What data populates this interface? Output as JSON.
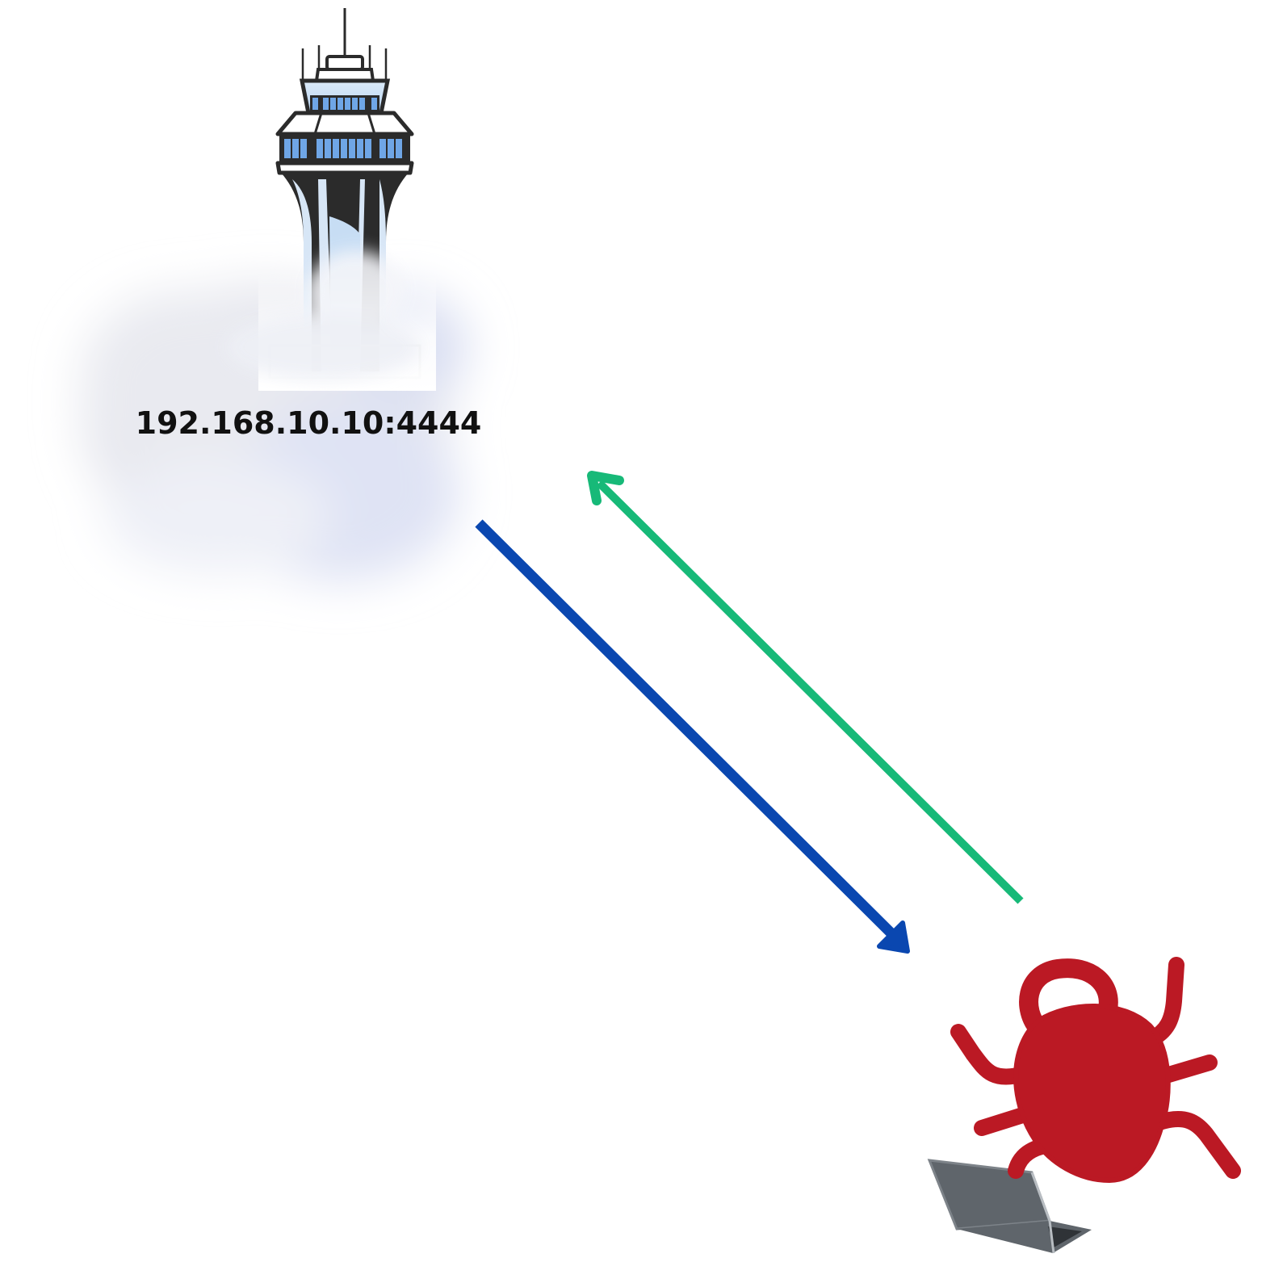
{
  "server": {
    "address_label": "192.168.10.10:4444",
    "icon": "control-tower-in-cloud-icon"
  },
  "client": {
    "icon": "malware-bug-icon",
    "device_icon": "laptop-icon"
  },
  "connections": [
    {
      "name": "server-to-client",
      "color": "#0a47b0"
    },
    {
      "name": "client-to-server",
      "color": "#17b978"
    }
  ],
  "colors": {
    "bug": "#bb1924",
    "laptop": "#5f656b",
    "tower_dark": "#2b2b2b",
    "tower_glass": "#6fa6e6",
    "cloud": "#e4e7f3"
  }
}
